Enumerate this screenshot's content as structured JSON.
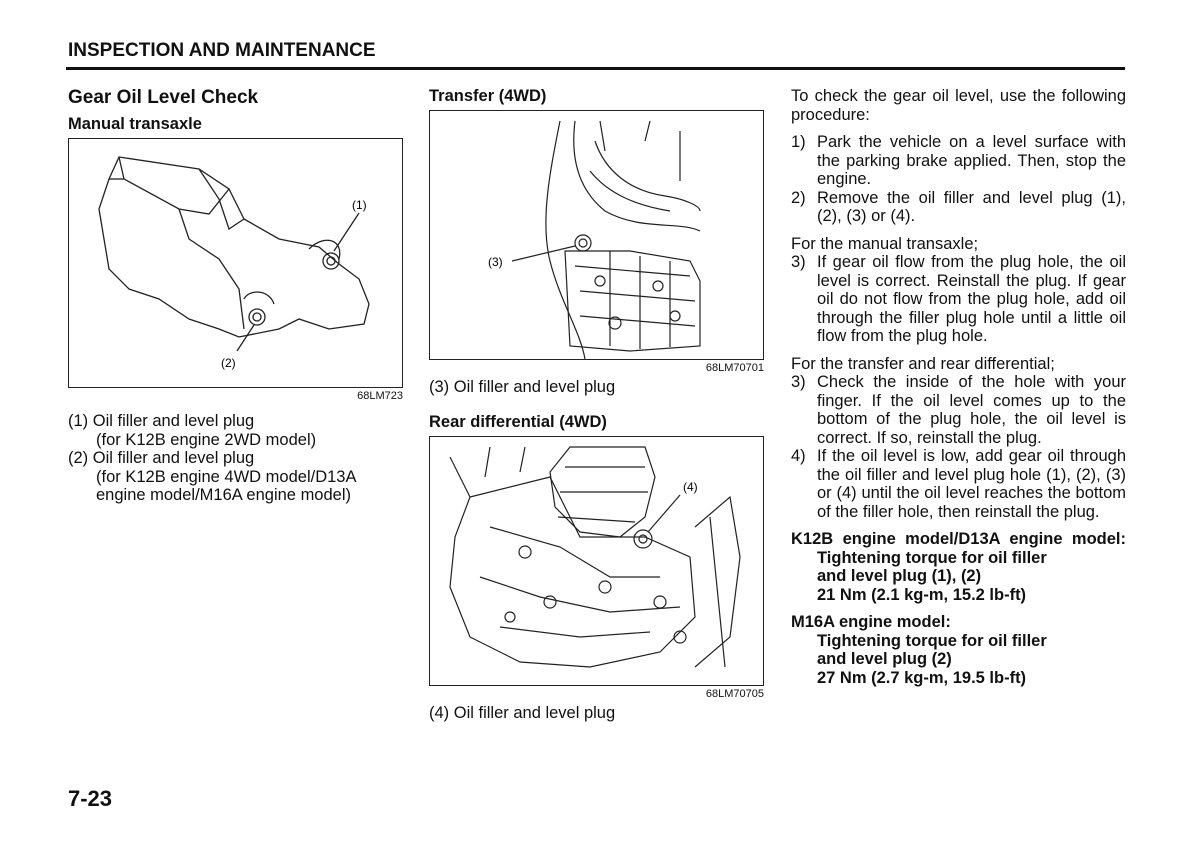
{
  "header": {
    "title": "INSPECTION AND MAINTENANCE"
  },
  "col1": {
    "heading": "Gear Oil Level Check",
    "subheading": "Manual transaxle",
    "figure_code": "68LM723",
    "callout1": "(1)",
    "callout2": "(2)",
    "captions": [
      {
        "num": "(1)",
        "line1": "Oil filler and level plug",
        "line2": "(for K12B engine 2WD model)",
        "line3": ""
      },
      {
        "num": "(2)",
        "line1": "Oil filler and level plug",
        "line2": "(for K12B engine 4WD model/D13A",
        "line3": "engine model/M16A engine model)"
      }
    ]
  },
  "col2": {
    "transfer": {
      "heading": "Transfer (4WD)",
      "figure_code": "68LM70701",
      "callout": "(3)",
      "caption": "(3) Oil filler and level plug"
    },
    "rear": {
      "heading": "Rear differential (4WD)",
      "figure_code": "68LM70705",
      "callout": "(4)",
      "caption": "(4) Oil filler and level plug"
    }
  },
  "col3": {
    "intro": "To check the gear oil level, use the following procedure:",
    "steps_a": [
      {
        "num": "1)",
        "text": "Park the vehicle on a level surface with the parking brake applied. Then, stop the engine."
      },
      {
        "num": "2)",
        "text": "Remove the oil filler and level plug (1), (2), (3) or (4)."
      }
    ],
    "manual_heading": "For the manual transaxle;",
    "steps_b": [
      {
        "num": "3)",
        "text": "If gear oil flow from the plug hole, the oil level is correct. Reinstall the plug. If gear oil do not flow from the plug hole, add oil through the filler plug hole until a little oil flow from the plug hole."
      }
    ],
    "transfer_heading": "For the transfer and rear differential;",
    "steps_c": [
      {
        "num": "3)",
        "text": "Check the inside of the hole with your finger. If the oil level comes up to the bottom of the plug hole, the oil level is correct. If so, reinstall the plug."
      },
      {
        "num": "4)",
        "text": "If the oil level is low, add gear oil through the oil filler and level plug hole (1), (2), (3) or (4) until the oil level reaches the bottom of the filler hole, then reinstall the plug."
      }
    ],
    "spec1": {
      "title": "K12B engine model/D13A engine model:",
      "line1": "Tightening torque for oil filler",
      "line2": "and level plug (1), (2)",
      "line3": "21 Nm (2.1 kg-m, 15.2 lb-ft)"
    },
    "spec2": {
      "title": "M16A engine model:",
      "line1": "Tightening torque for oil filler",
      "line2": "and level plug (2)",
      "line3": "27 Nm (2.7 kg-m, 19.5 lb-ft)"
    }
  },
  "footer": {
    "page_number": "7-23"
  }
}
